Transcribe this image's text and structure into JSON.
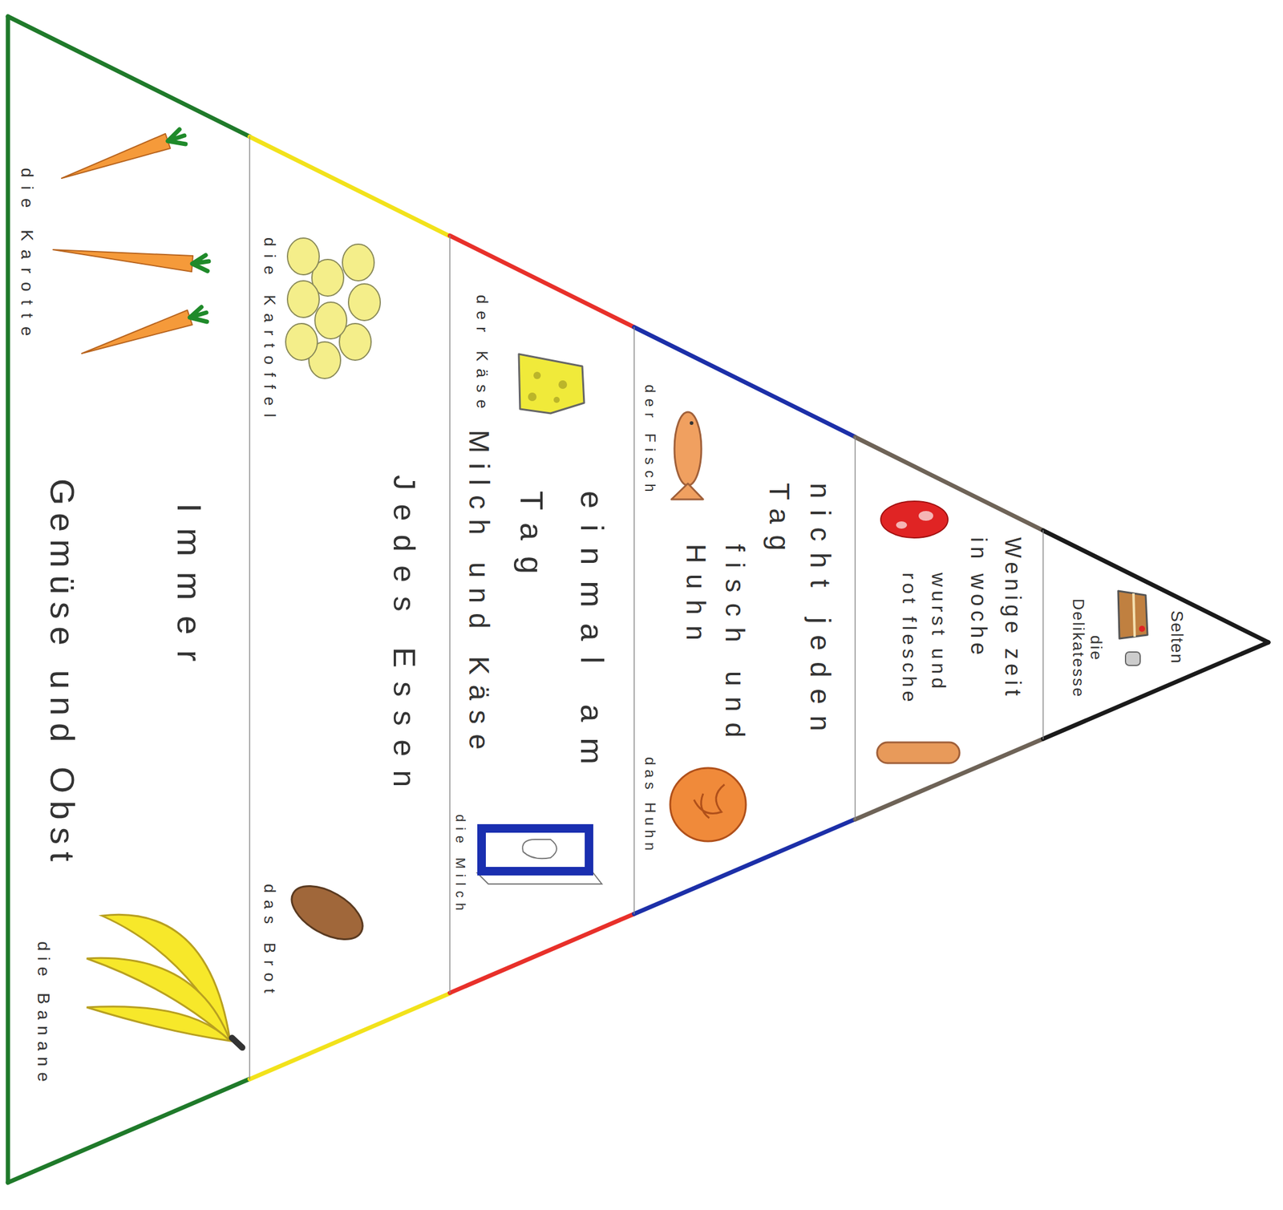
{
  "diagram": {
    "nodes": [
      {
        "text": [
          "Immer",
          "Gemüse und Obst",
          "die Karotte",
          "die Banane"
        ]
      },
      {
        "text": [
          "Jedes Essen",
          "die Kartoffel",
          "das Brot"
        ]
      },
      {
        "text": [
          "einmal am Tag",
          "Milch und Käse",
          "der Käse",
          "die Milch"
        ]
      },
      {
        "text": [
          "nicht jeden Tag",
          "fisch und Huhn",
          "der Fisch",
          "das Huhn"
        ]
      },
      {
        "text": [
          "Wenige zeit in woche",
          "wurst und rot flesche"
        ]
      },
      {
        "text": [
          "Selten",
          "die Delikatesse"
        ]
      }
    ]
  }
}
